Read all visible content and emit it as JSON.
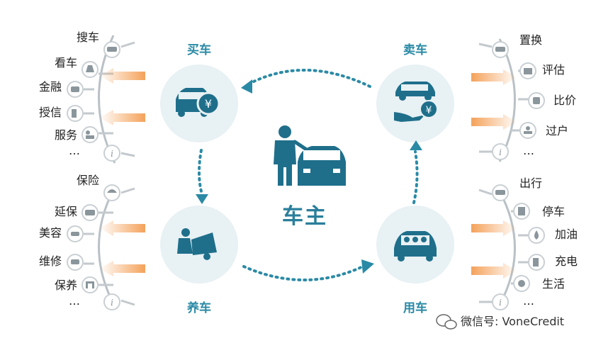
{
  "center": {
    "label": "车主"
  },
  "hubs": {
    "buy": {
      "label": "买车"
    },
    "sell": {
      "label": "卖车"
    },
    "maintain": {
      "label": "养车"
    },
    "use": {
      "label": "用车"
    }
  },
  "groups": {
    "buy": [
      "搜车",
      "看车",
      "金融",
      "授信",
      "服务",
      "…"
    ],
    "sell": [
      "置换",
      "评估",
      "比价",
      "过户",
      "…"
    ],
    "maintain": [
      "保险",
      "延保",
      "美容",
      "维修",
      "保养",
      "…"
    ],
    "use": [
      "出行",
      "停车",
      "加油",
      "充电",
      "生活",
      "…"
    ]
  },
  "watermark": {
    "text": "微信号: VoneCredit"
  },
  "colors": {
    "accent": "#2a8aa6",
    "hub_bg": "#e8f1f4",
    "icon_dark": "#1f6f8b",
    "arrow_orange": "#f4a25a",
    "line_gray": "#9aa5ab"
  }
}
